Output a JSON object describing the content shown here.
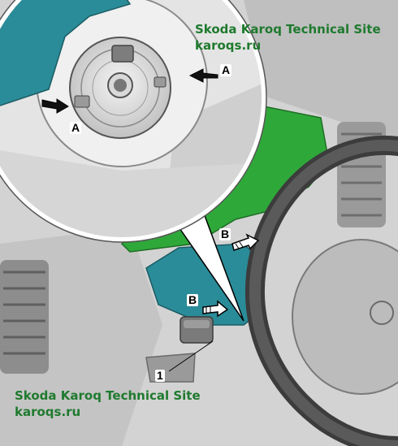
{
  "watermark": {
    "site_name": "Skoda Karoq Technical Site",
    "site_url": "karoqs.ru"
  },
  "callouts": {
    "a_left": "A",
    "a_right": "A",
    "b_upper": "B",
    "b_lower": "B",
    "item_1": "1"
  },
  "colors": {
    "highlight_teal": "#2a8c98",
    "highlight_green": "#2fa83a",
    "watermark_green": "#1f7a2e"
  }
}
